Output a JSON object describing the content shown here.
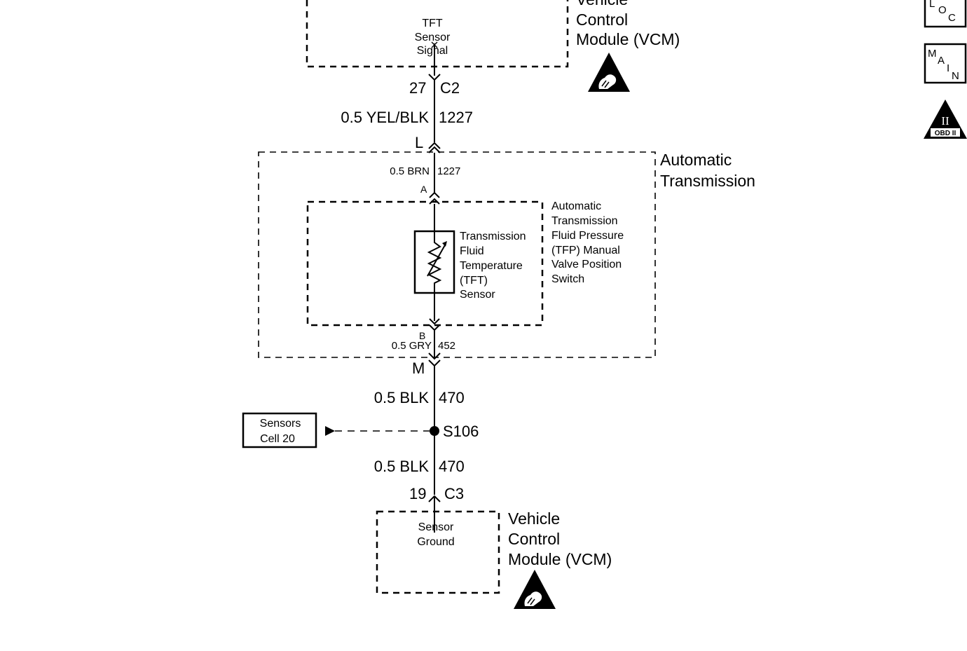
{
  "vcm_top": {
    "circuit_label_lines": [
      "TFT",
      "Sensor",
      "Signal"
    ],
    "module_lines": [
      "Vehicle",
      "Control",
      "Module (VCM)"
    ]
  },
  "connector_c2": {
    "pin": "27",
    "name": "C2"
  },
  "wire_1227_upper": {
    "gauge_color": "0.5 YEL/BLK",
    "circuit": "1227"
  },
  "inline_l": {
    "label": "L"
  },
  "automatic_transmission": {
    "label_lines": [
      "Automatic",
      "Transmission"
    ],
    "wire_1227_inner": {
      "gauge_color": "0.5 BRN",
      "circuit": "1227"
    },
    "pin_a": "A",
    "pin_b": "B",
    "tfp_switch_lines": [
      "Automatic",
      "Transmission",
      "Fluid Pressure",
      "(TFP) Manual",
      "Valve Position",
      "Switch"
    ],
    "tft_sensor_lines": [
      "Transmission",
      "Fluid",
      "Temperature",
      "(TFT)",
      "Sensor"
    ],
    "wire_452": {
      "gauge_color": "0.5 GRY",
      "circuit": "452"
    }
  },
  "inline_m": {
    "label": "M"
  },
  "wire_470_upper": {
    "gauge_color": "0.5 BLK",
    "circuit": "470"
  },
  "splice": {
    "label": "S106"
  },
  "sensors_ref": {
    "lines": [
      "Sensors",
      "Cell 20"
    ]
  },
  "wire_470_lower": {
    "gauge_color": "0.5 BLK",
    "circuit": "470"
  },
  "connector_c3": {
    "pin": "19",
    "name": "C3"
  },
  "vcm_bottom": {
    "circuit_label_lines": [
      "Sensor",
      "Ground"
    ],
    "module_lines": [
      "Vehicle",
      "Control",
      "Module (VCM)"
    ]
  },
  "nav_icons": {
    "loc_letters": [
      "L",
      "O",
      "C"
    ],
    "main_letters": [
      "M",
      "A",
      "I",
      "N"
    ],
    "obd_numeral": "II",
    "obd_text": "OBD II"
  }
}
